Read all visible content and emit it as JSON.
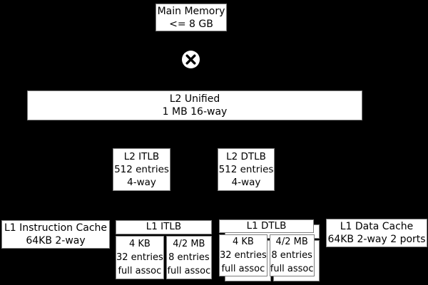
{
  "colors": {
    "background": "#000000",
    "box_fill": "#ffffff",
    "box_border": "#7f7f7f",
    "text": "#000000",
    "crossbar_fill": "#ffffff",
    "crossbar_stroke": "#000000"
  },
  "diagram": {
    "main_memory": {
      "lines": [
        "Main Memory",
        "<= 8 GB"
      ]
    },
    "crossbar": {
      "icon": "crossbar-x"
    },
    "l2_unified": {
      "lines": [
        "L2 Unified",
        "1 MB 16-way"
      ]
    },
    "l2_itlb": {
      "lines": [
        "L2 ITLB",
        "512 entries",
        "4-way"
      ]
    },
    "l2_dtlb": {
      "lines": [
        "L2 DTLB",
        "512 entries",
        "4-way"
      ]
    },
    "l1_icache": {
      "lines": [
        "L1 Instruction Cache",
        "64KB 2-way"
      ]
    },
    "l1_itlb": {
      "title": "L1 ITLB",
      "cells": [
        {
          "lines": [
            "4 KB",
            "32 entries",
            "full assoc"
          ]
        },
        {
          "lines": [
            "4/2 MB",
            "8 entries",
            "full assoc"
          ]
        }
      ]
    },
    "l1_dtlb": {
      "title": "L1 DTLB",
      "cells": [
        {
          "lines": [
            "4 KB",
            "32 entries",
            "full assoc"
          ]
        },
        {
          "lines": [
            "4/2 MB",
            "8 entries",
            "full assoc"
          ]
        }
      ]
    },
    "l1_dcache": {
      "lines": [
        "L1 Data Cache",
        "64KB 2-way 2 ports"
      ]
    }
  }
}
